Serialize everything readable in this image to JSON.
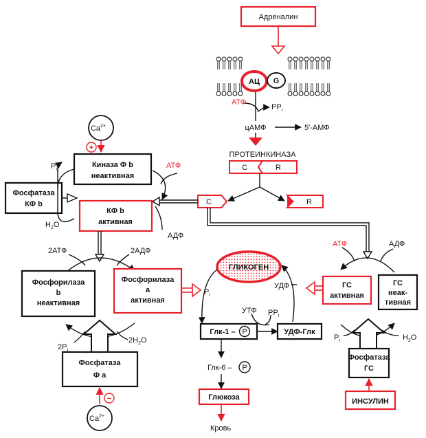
{
  "hormone": "Адреналин",
  "membrane": {
    "ac": "АЦ",
    "g": "G"
  },
  "ac_reaction": {
    "atp": "АТФ",
    "ppi": "PP",
    "ppi_sub": "i",
    "camp": "цАМФ",
    "amp": "5'-АМФ"
  },
  "pka": {
    "title": "ПРОТЕИНКИНАЗА",
    "c": "C",
    "r": "R",
    "c_free": "C",
    "r_free": "R"
  },
  "calcium": {
    "label": "Ca",
    "sup": "2+",
    "plus": "+",
    "minus": "−"
  },
  "kinase_inactive": {
    "line1": "Киназа  Ф b",
    "line2": "неактивная"
  },
  "kinase_active": {
    "line1": "КФ  b",
    "line2": "активная"
  },
  "phosphatase_kf": {
    "line1": "Фосфатаза",
    "line2": "КФ  b"
  },
  "kinase_cycle": {
    "pi": "P",
    "pi_sub": "i",
    "h2o": "H",
    "h2o_sub": "2",
    "h2o_end": "O",
    "atp": "АТФ",
    "adp": "АДФ"
  },
  "phos_cycle": {
    "atp2": "2АТФ",
    "adp2": "2АДФ",
    "pi2": "2P",
    "pi2_sub": "i",
    "h2o2": "2H",
    "h2o2_sub": "2",
    "h2o2_end": "O"
  },
  "phosphorylase_b": {
    "line1": "Фосфорилаза",
    "line2": "b",
    "line3": "неактивная"
  },
  "phosphorylase_a": {
    "line1": "Фосфорилаза",
    "line2": "a",
    "line3": "активная"
  },
  "phosphatase_fa": {
    "line1": "Фосфатаза",
    "line2": "Ф   a"
  },
  "glycogen": "ГЛИКОГЕН",
  "glycogen_cycle": {
    "pi": "P",
    "pi_sub": "i",
    "udp": "УДФ",
    "utp": "УТФ",
    "ppi": "PP",
    "ppi_sub": "i"
  },
  "glk1": "Глк-1 –",
  "p_circle": "P",
  "udp_glk": "УДФ-Глк",
  "glk6": "Глк-6 –",
  "glucose": "Глюкоза",
  "blood": "Кровь",
  "gs_cycle": {
    "atp": "АТФ",
    "adp": "АДФ",
    "pi": "P",
    "pi_sub": "i",
    "h2o": "H",
    "h2o_sub": "2",
    "h2o_end": "O"
  },
  "gs_active": {
    "line1": "ГС",
    "line2": "активная"
  },
  "gs_inactive": {
    "line1": "ГС",
    "line2": "неак-",
    "line3": "тивная"
  },
  "phosphatase_gs": {
    "line1": "Фосфатаза",
    "line2": "ГС"
  },
  "insulin": "ИНСУЛИН",
  "colors": {
    "red": "#e8202a",
    "black": "#111111",
    "glycogen_dots": "#e8202a"
  }
}
